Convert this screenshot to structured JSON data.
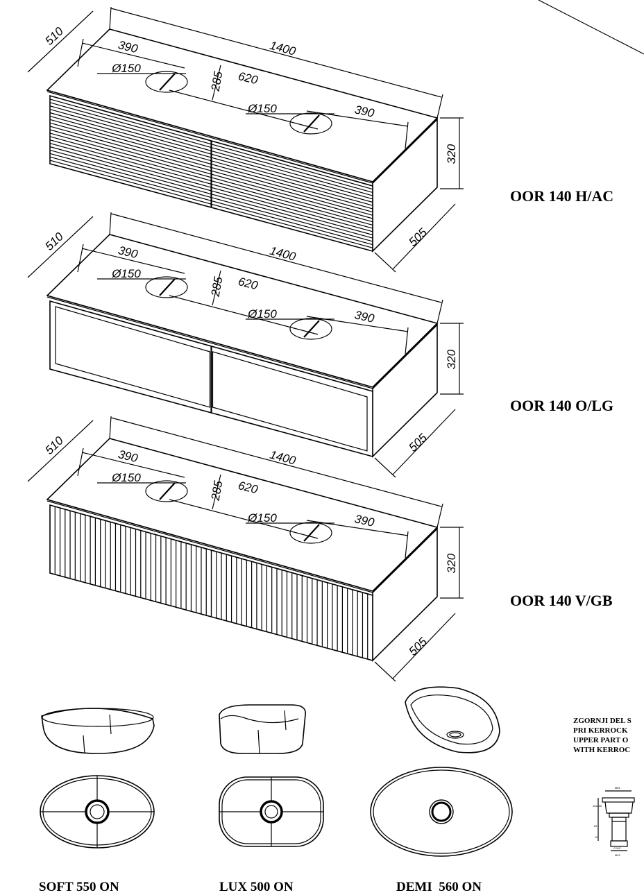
{
  "cabinets": [
    {
      "model": "OOR 140 H/AC",
      "front": "horizontal-slats",
      "dims": {
        "width": "1400",
        "depth": "510",
        "depth_side": "505",
        "height": "320",
        "offset_left": "390",
        "offset_right": "390",
        "center_distance": "620",
        "front_offset": "285",
        "hole_left": "Ø150",
        "hole_right": "Ø150"
      }
    },
    {
      "model": "OOR 140 O/LG",
      "front": "framed-panels",
      "dims": {
        "width": "1400",
        "depth": "510",
        "depth_side": "505",
        "height": "320",
        "offset_left": "390",
        "offset_right": "390",
        "center_distance": "620",
        "front_offset": "285",
        "hole_left": "Ø150",
        "hole_right": "Ø150"
      }
    },
    {
      "model": "OOR 140 V/GB",
      "front": "vertical-slats",
      "dims": {
        "width": "1400",
        "depth": "510",
        "depth_side": "505",
        "height": "320",
        "offset_left": "390",
        "offset_right": "390",
        "center_distance": "620",
        "front_offset": "285",
        "hole_left": "Ø150",
        "hole_right": "Ø150"
      }
    }
  ],
  "basins": [
    {
      "label": "SOFT 550 ON",
      "shape": "oval"
    },
    {
      "label": "LUX 500 ON",
      "shape": "rounded-rect"
    },
    {
      "label": "DEMI  560 ON",
      "shape": "egg"
    }
  ],
  "note": {
    "lines": [
      "ZGORNJI DEL S",
      "PRI KERROCK",
      "UPPER PART O",
      "WITH KERROC"
    ]
  },
  "drain": {
    "labels": [
      "Ø64",
      "max 50",
      "89",
      "11",
      "G 5/4\"",
      "Ø43"
    ]
  }
}
